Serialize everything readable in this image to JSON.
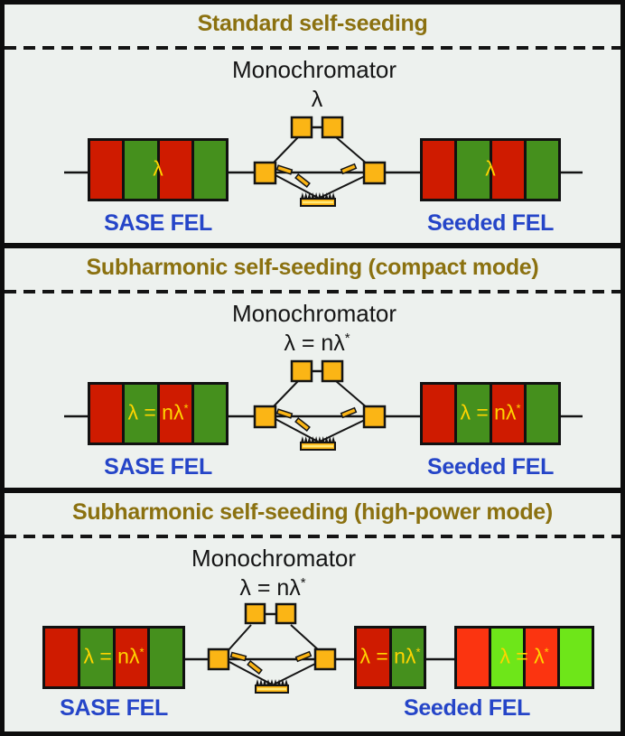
{
  "colors": {
    "panel_bg": "#edf1ee",
    "frame": "#0d0d0d",
    "line_black": "#141414",
    "title": "#8b7110",
    "caption_blue": "#2545c8",
    "label_yellow": "#ffd400",
    "red": "#cf1b00",
    "green": "#45901d",
    "bright_red": "#fb3410",
    "bright_green": "#6ee619",
    "orange": "#fbb515",
    "grating_stripe": "#ffe97a"
  },
  "panels": [
    {
      "title": "Standard self-seeding",
      "mono": {
        "label": "Monochromator",
        "formula_main": "λ",
        "formula_sup": ""
      },
      "undulators": [
        {
          "stripes": [
            "red",
            "green",
            "red",
            "green"
          ],
          "formula_main": "λ",
          "formula_sup": "",
          "caption": "SASE FEL"
        },
        {
          "stripes": [
            "red",
            "green",
            "red",
            "green"
          ],
          "formula_main": "λ",
          "formula_sup": "",
          "caption": "Seeded FEL"
        }
      ]
    },
    {
      "title": "Subharmonic self-seeding (compact mode)",
      "mono": {
        "label": "Monochromator",
        "formula_main": "λ = nλ",
        "formula_sup": "*"
      },
      "undulators": [
        {
          "stripes": [
            "red",
            "green",
            "red",
            "green"
          ],
          "formula_main": "λ = nλ",
          "formula_sup": "*",
          "caption": "SASE FEL"
        },
        {
          "stripes": [
            "red",
            "green",
            "red",
            "green"
          ],
          "formula_main": "λ = nλ",
          "formula_sup": "*",
          "caption": "Seeded FEL"
        }
      ]
    },
    {
      "title": "Subharmonic self-seeding (high-power mode)",
      "mono": {
        "label": "Monochromator",
        "formula_main": "λ = nλ",
        "formula_sup": "*"
      },
      "undulators": [
        {
          "stripes": [
            "red",
            "green",
            "red",
            "green"
          ],
          "formula_main": "λ = nλ",
          "formula_sup": "*",
          "caption": "SASE FEL"
        },
        {
          "stripes": [
            "red",
            "green"
          ],
          "formula_main": "λ = nλ",
          "formula_sup": "*"
        },
        {
          "stripes": [
            "bright_red",
            "bright_green",
            "bright_red",
            "bright_green"
          ],
          "formula_main": "λ = λ",
          "formula_sup": "*",
          "caption": "Seeded FEL"
        }
      ]
    }
  ]
}
